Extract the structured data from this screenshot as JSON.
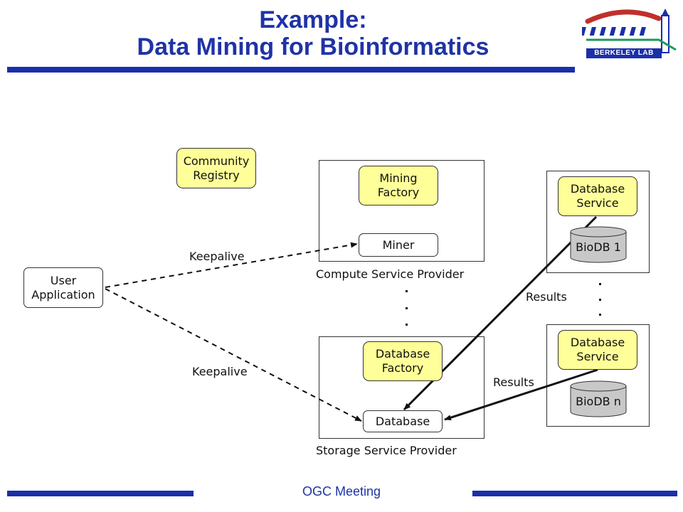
{
  "header": {
    "title_line1": "Example:",
    "title_line2": "Data Mining for Bioinformatics",
    "logo_text": "BERKELEY LAB"
  },
  "nodes": {
    "community_registry": "Community\nRegistry",
    "mining_factory": "Mining\nFactory",
    "miner": "Miner",
    "user_application": "User\nApplication",
    "database_factory": "Database\nFactory",
    "database": "Database",
    "database_service_1": "Database\nService",
    "biodb_1": "BioDB 1",
    "database_service_n": "Database\nService",
    "biodb_n": "BioDB n"
  },
  "labels": {
    "compute_provider": "Compute Service Provider",
    "storage_provider": "Storage Service Provider",
    "keepalive_top": "Keepalive",
    "keepalive_bottom": "Keepalive",
    "results_top": "Results",
    "results_bottom": "Results"
  },
  "footer": {
    "text": "OGC Meeting"
  },
  "colors": {
    "accent_blue": "#1a2fa8",
    "node_yellow": "#ffff99",
    "cylinder_gray": "#c8c8c8"
  }
}
